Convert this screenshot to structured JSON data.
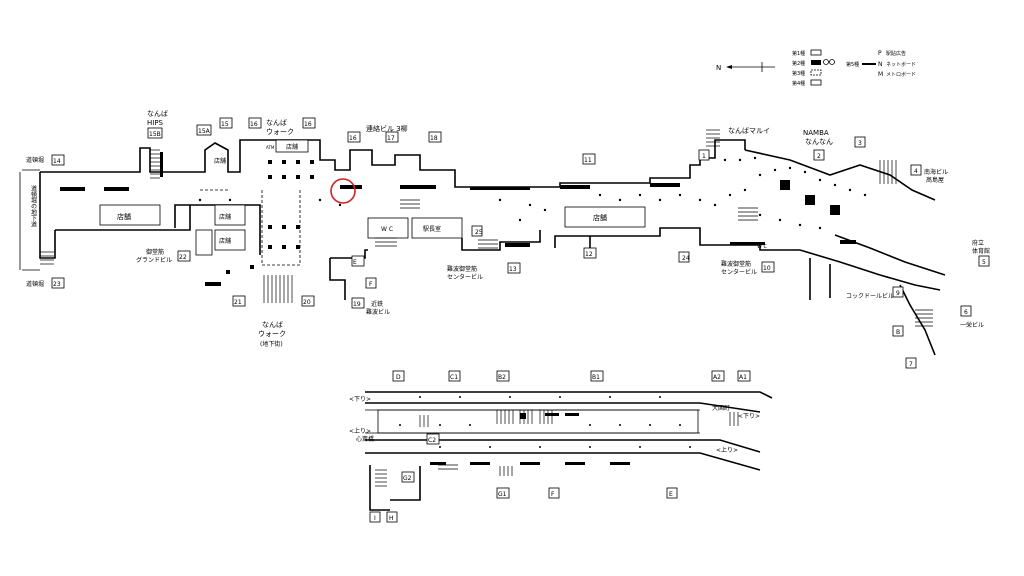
{
  "legend": {
    "north_label": "N",
    "items": [
      {
        "label": "第1種"
      },
      {
        "label": "第2種"
      },
      {
        "label": "第3種"
      },
      {
        "label": "第4種"
      },
      {
        "label": "第5種"
      }
    ],
    "codes": [
      {
        "code": "P",
        "label": "駅貼広告"
      },
      {
        "code": "N",
        "label": "ネットボード"
      },
      {
        "code": "M",
        "label": "メトロボード"
      }
    ]
  },
  "exits": [
    {
      "id": "1"
    },
    {
      "id": "2"
    },
    {
      "id": "3"
    },
    {
      "id": "4"
    },
    {
      "id": "5"
    },
    {
      "id": "6"
    },
    {
      "id": "7"
    },
    {
      "id": "8"
    },
    {
      "id": "9"
    },
    {
      "id": "10"
    },
    {
      "id": "11"
    },
    {
      "id": "12"
    },
    {
      "id": "13"
    },
    {
      "id": "14"
    },
    {
      "id": "15"
    },
    {
      "id": "15A"
    },
    {
      "id": "15B"
    },
    {
      "id": "16"
    },
    {
      "id": "17"
    },
    {
      "id": "18"
    },
    {
      "id": "19"
    },
    {
      "id": "20"
    },
    {
      "id": "21"
    },
    {
      "id": "22"
    },
    {
      "id": "23"
    },
    {
      "id": "24"
    },
    {
      "id": "25"
    },
    {
      "id": "E"
    },
    {
      "id": "F"
    },
    {
      "id": "G1"
    },
    {
      "id": "H"
    },
    {
      "id": "B"
    }
  ],
  "places": {
    "hips_line1": "なんば",
    "hips_line2": "HIPS",
    "walk_top_line1": "なんば",
    "walk_top_line2": "ウォーク",
    "walk_bottom_line1": "なんば",
    "walk_bottom_line2": "ウォーク",
    "walk_bottom_line3": "(地下街)",
    "renraku": "連絡ビル 3柳",
    "marui": "なんばマルイ",
    "namba_line1": "NAMBA",
    "namba_line2": "なんなん",
    "nankai_line1": "南海ビル",
    "nankai_line2": "髙島屋",
    "fujitsu_line1": "府立",
    "fujitsu_line2": "体育館",
    "cockdor": "コックドールビル",
    "ichiei": "一栄ビル",
    "midosuji_line1": "御堂筋",
    "midosuji_line2": "グランドビル",
    "namba_midosuji_1_line1": "難波御堂筋",
    "namba_midosuji_1_line2": "センタービル",
    "namba_midosuji_2_line1": "難波御堂筋",
    "namba_midosuji_2_line2": "センタービル",
    "kintetsu_line1": "近鉄",
    "kintetsu_line2": "難波ビル",
    "dotonbori_1": "道頓堀",
    "dotonbori_2": "道頓堀",
    "tunnel": "道頓堀の地下道",
    "shop": "店舗",
    "station_office": "駅長室",
    "wc": "W C",
    "atm": "ATM",
    "tofu": "店舗"
  },
  "platform": {
    "down_label": "<下り>",
    "up_label": "<上り>",
    "shinsaibashi": "心斎橋",
    "daikokucho": "大国町",
    "down_right": "<下り>",
    "up_right": "<上り>",
    "letters_top": [
      "D",
      "C1",
      "B2",
      "B1",
      "A2",
      "A1"
    ],
    "letters_bottom": [
      "C2",
      "G2",
      "G1",
      "F",
      "E"
    ],
    "letters_foot": [
      "I",
      "H"
    ]
  },
  "marker": {
    "color": "#d42020"
  }
}
